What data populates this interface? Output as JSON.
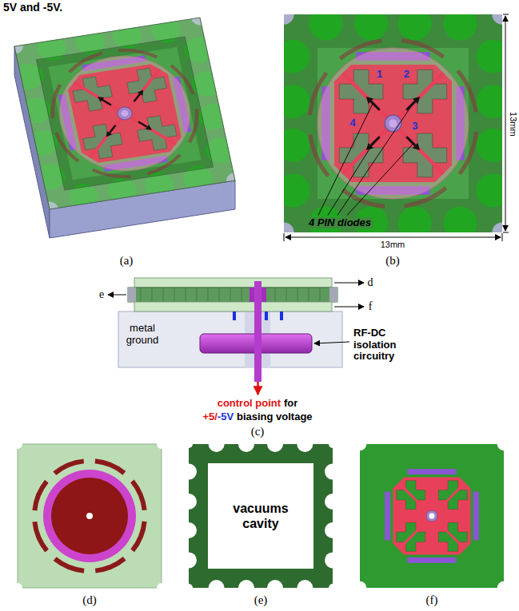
{
  "diagram": {
    "nodes": [
      {
        "text": [
          "vacuums cavity"
        ]
      }
    ],
    "labels": [
      "5V and -5V.",
      "1",
      "2",
      "3",
      "4",
      "4 PIN diodes",
      "13mm",
      "13mm",
      "(a)",
      "(b)",
      "d",
      "e",
      "f",
      "metal ground",
      "RF-DC isolation circuitry",
      "control point",
      "for",
      "+5/",
      "-5V",
      "biasing voltage",
      "(c)",
      "(d)",
      "(e)",
      "(f)"
    ]
  }
}
